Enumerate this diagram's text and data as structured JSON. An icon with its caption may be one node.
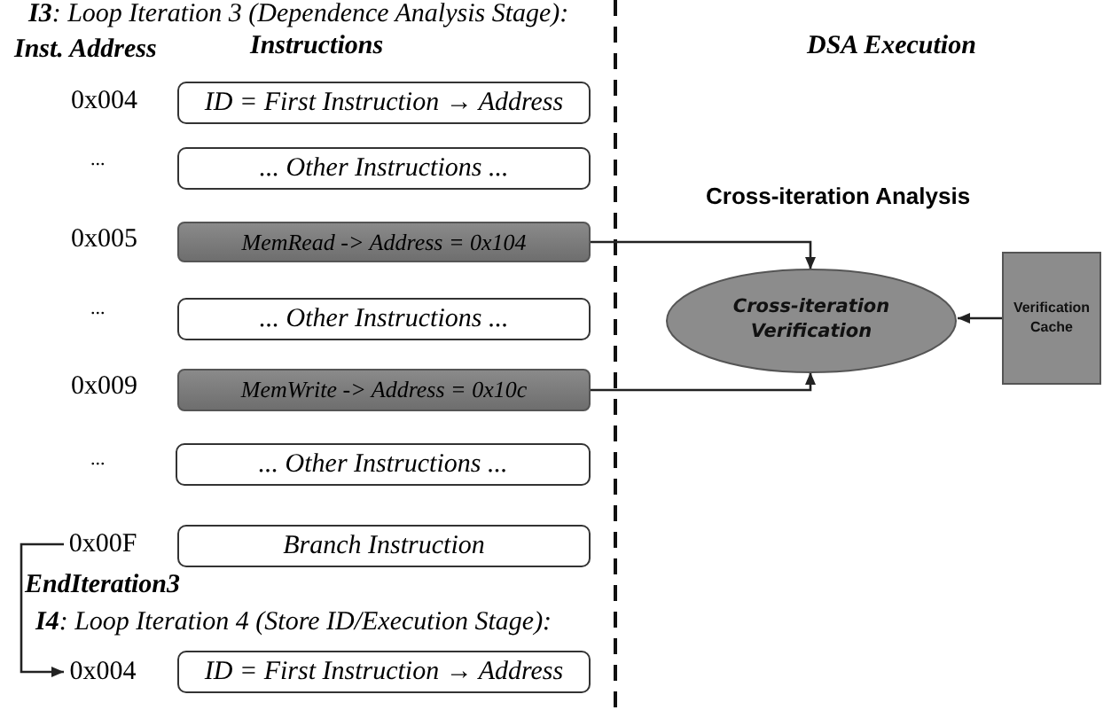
{
  "diagram": {
    "title": "**I3**: Loop Iteration 3 (Dependence Analysis Stage):",
    "nodes": [
      {
        "text": [
          "ID = First Instruction → Address"
        ]
      },
      {
        "text": [
          "... Other Instructions ..."
        ]
      },
      {
        "text": [
          "MemRead -> Address = 0x104"
        ]
      },
      {
        "text": [
          "... Other Instructions ..."
        ]
      },
      {
        "text": [
          "MemWrite -> Address = 0x10c"
        ]
      },
      {
        "text": [
          "... Other Instructions ..."
        ]
      },
      {
        "text": [
          "Branch Instruction"
        ]
      },
      {
        "text": [
          "0x00F"
        ]
      },
      {
        "text": [
          "0x004"
        ]
      },
      {
        "text": [
          "ID = First Instruction → Address"
        ]
      },
      {
        "text": [
          "Cross-iteration Verification"
        ]
      },
      {
        "text": [
          "Verification Cache"
        ]
      }
    ],
    "edges": [
      {
        "from": 2,
        "to": 10,
        "arrow": "to"
      },
      {
        "from": 4,
        "to": 10,
        "arrow": "to"
      },
      {
        "from": 11,
        "to": 10,
        "arrow": "to"
      },
      {
        "from": 7,
        "to": 8,
        "arrow": "to"
      }
    ],
    "labels": [
      "Inst. Address",
      "Instructions",
      "DSA Execution",
      "0x004",
      "...",
      "Cross-iteration Analysis",
      "0x005",
      "...",
      "0x009",
      "...",
      "EndIteration3",
      "**I4**: Loop Iteration 4 (Store ID/Execution Stage):"
    ]
  }
}
